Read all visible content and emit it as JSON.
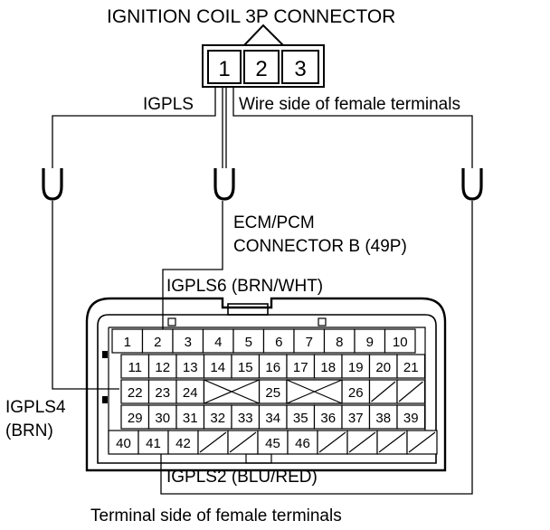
{
  "title": "IGNITION COIL 3P CONNECTOR",
  "coil_pins": [
    "1",
    "2",
    "3"
  ],
  "label_igpls": "IGPLS",
  "label_wire_side": "Wire side of female terminals",
  "ecm_line1": "ECM/PCM",
  "ecm_line2": "CONNECTOR B (49P)",
  "label_igpls6": "IGPLS6 (BRN/WHT)",
  "label_igpls4_line1": "IGPLS4",
  "label_igpls4_line2": "(BRN)",
  "label_igpls2": "IGPLS2 (BLU/RED)",
  "footer": "Terminal side of female terminals",
  "connector_rows": [
    [
      "1",
      "2",
      "3",
      "4",
      "5",
      "6",
      "7",
      "8",
      "9",
      "10"
    ],
    [
      "11",
      "12",
      "13",
      "14",
      "15",
      "16",
      "17",
      "18",
      "19",
      "20",
      "21"
    ],
    [
      "22",
      "23",
      "24",
      "",
      "",
      "25",
      "",
      "",
      "26",
      "",
      ""
    ],
    [
      "29",
      "30",
      "31",
      "32",
      "33",
      "34",
      "35",
      "36",
      "37",
      "38",
      "39"
    ],
    [
      "40",
      "41",
      "42",
      "",
      "",
      "45",
      "46",
      "",
      "",
      "",
      ""
    ]
  ]
}
